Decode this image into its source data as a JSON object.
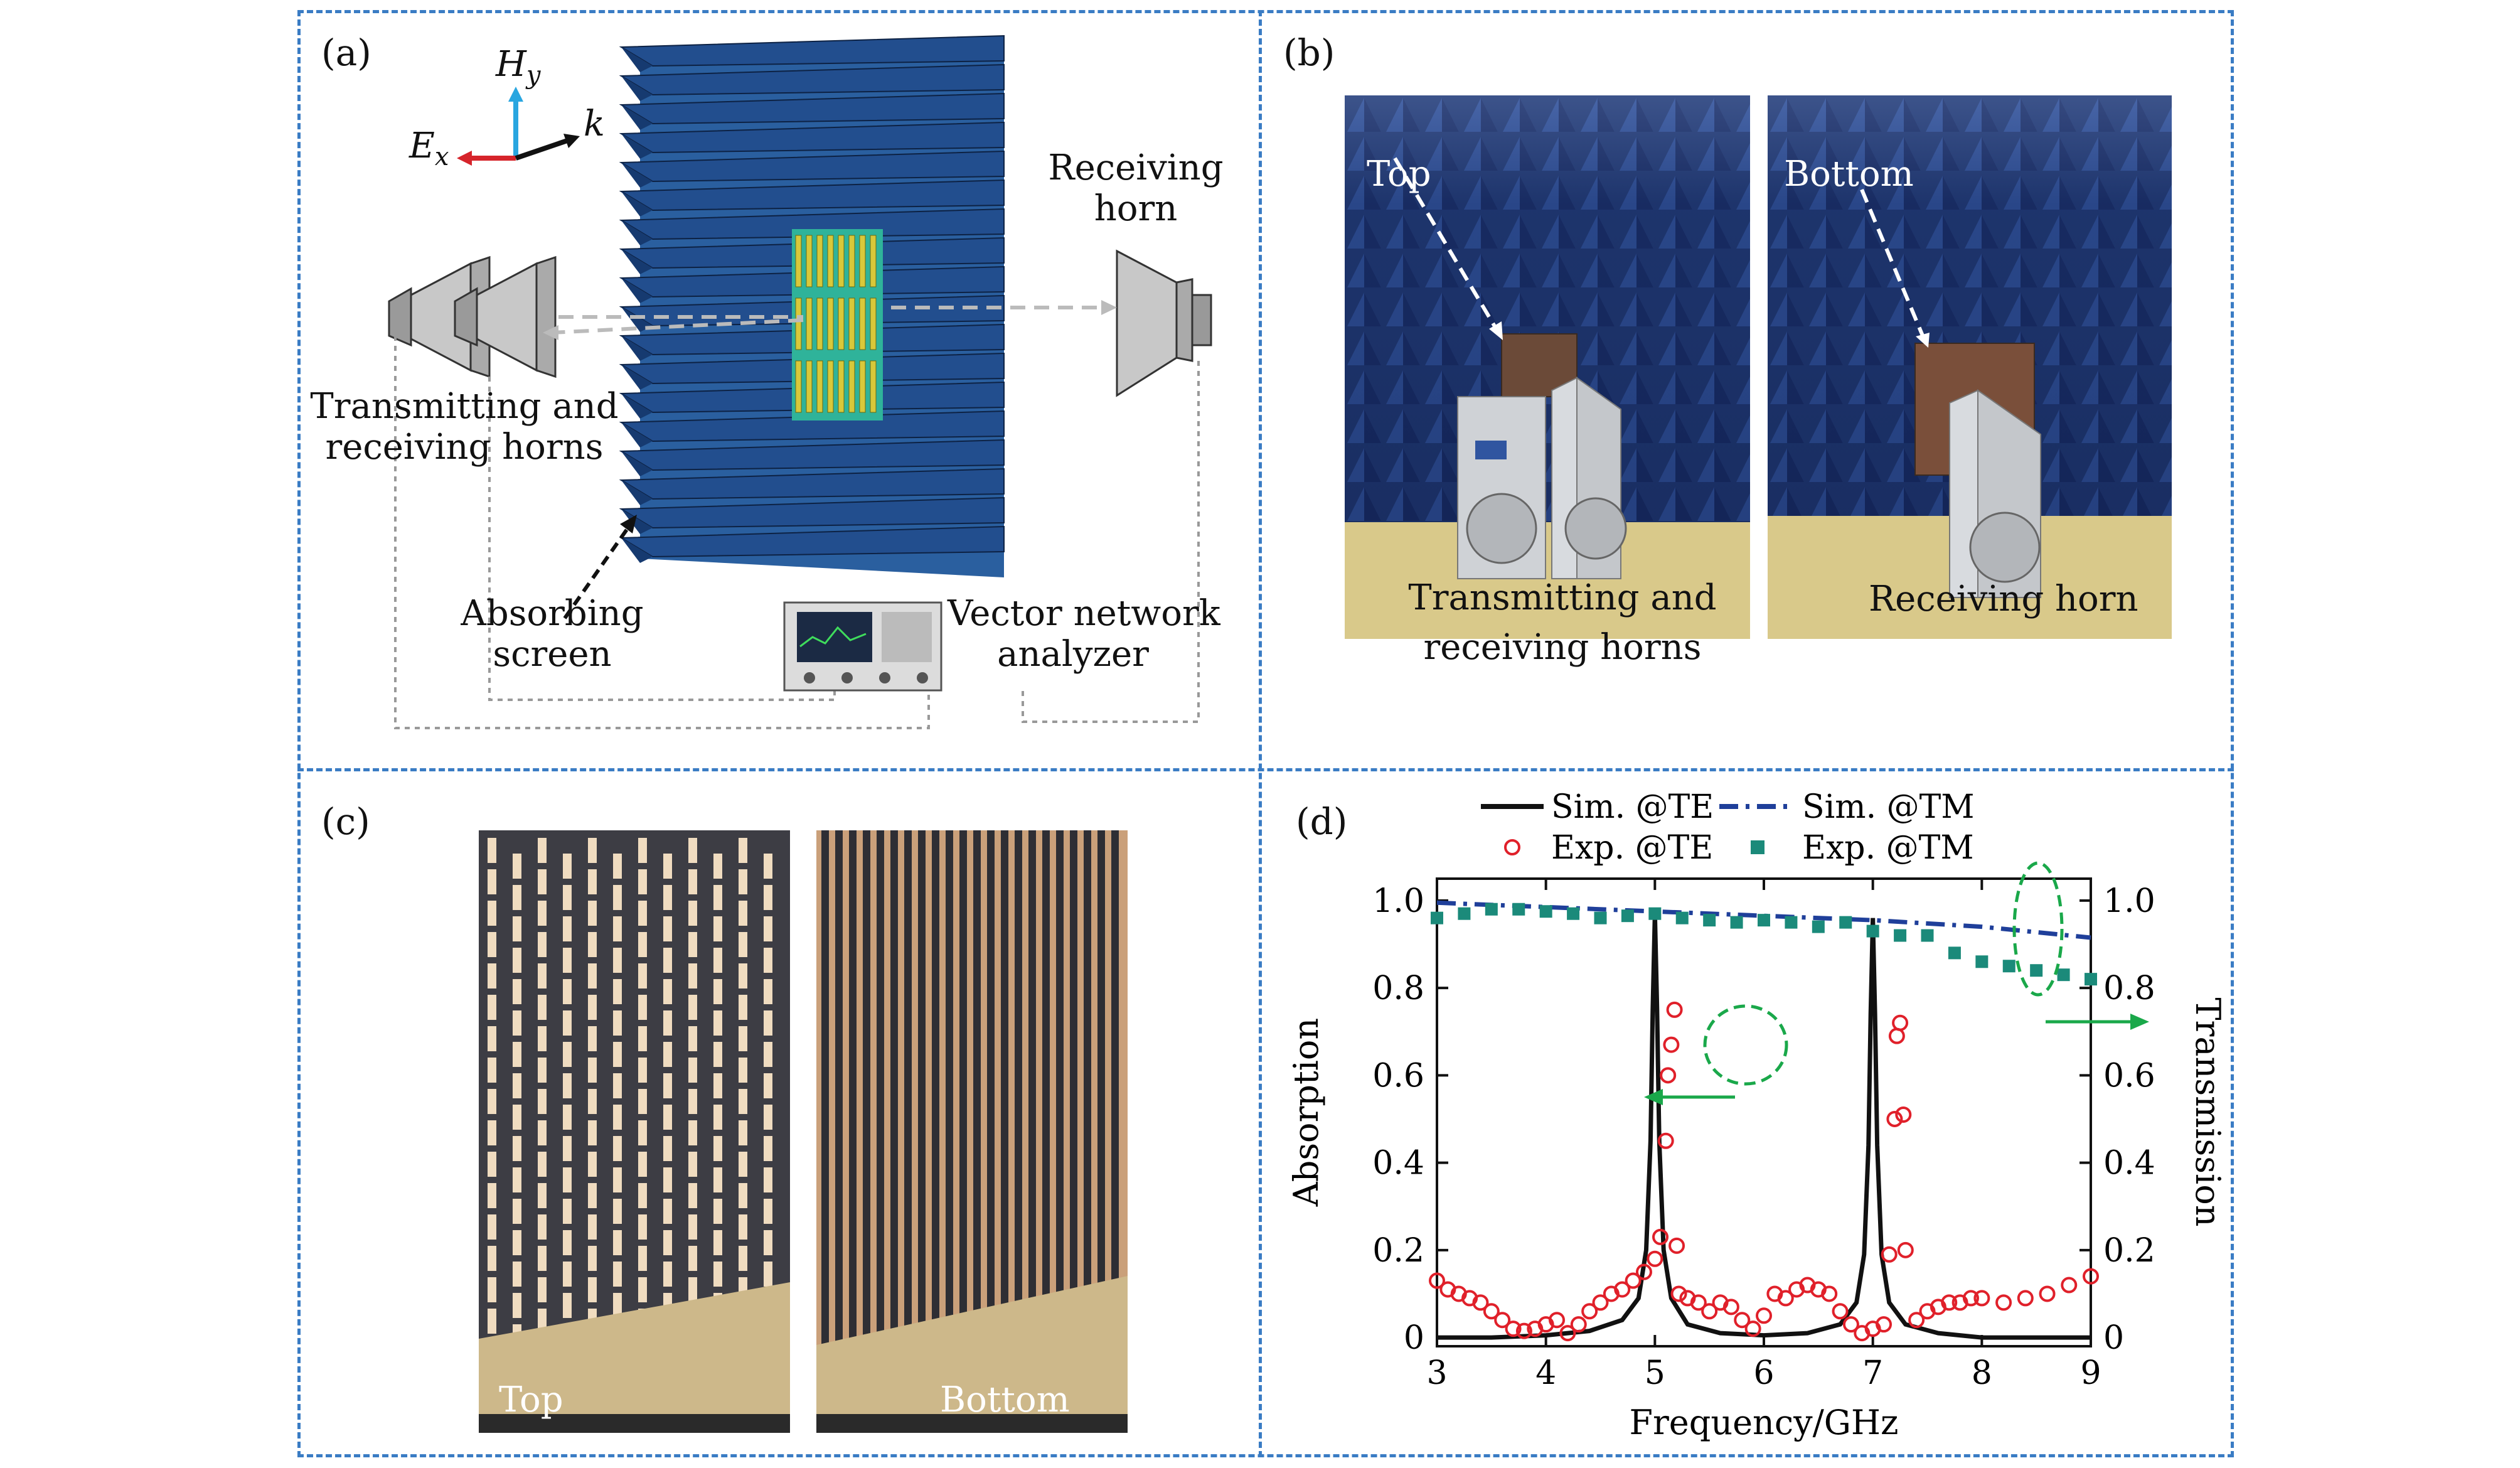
{
  "panels": {
    "a": {
      "label": "(a)",
      "axis_h": "H",
      "axis_h_sub": "y",
      "axis_e": "E",
      "axis_e_sub": "x",
      "axis_k": "k",
      "receiving_horn_line1": "Receiving",
      "receiving_horn_line2": "horn",
      "tx_rx_line1": "Transmitting and",
      "tx_rx_line2": "receiving horns",
      "absorbing_line1": "Absorbing",
      "absorbing_line2": "screen",
      "vna_line1": "Vector network",
      "vna_line2": "analyzer"
    },
    "b": {
      "label": "(b)",
      "top_label": "Top",
      "bottom_label": "Bottom",
      "tx_rx_line1": "Transmitting and",
      "tx_rx_line2": "receiving horns",
      "receiving_horn": "Receiving horn"
    },
    "c": {
      "label": "(c)",
      "top_label": "Top",
      "bottom_label": "Bottom"
    },
    "d": {
      "label": "(d)"
    }
  },
  "colors": {
    "frame": "#3a7cc4",
    "absorber_blue": "#1f4f8c",
    "sim_te": "#111111",
    "sim_tm": "#1f3f9a",
    "exp_te": "#e0202a",
    "exp_tm": "#1b8a7a",
    "annotation_green": "#1aa84a"
  },
  "chart_data": {
    "type": "line",
    "xlabel": "Frequency/GHz",
    "ylabel": "Absorption",
    "y2label": "Transmission",
    "xlim": [
      3,
      9
    ],
    "ylim": [
      -0.02,
      1.05
    ],
    "y2lim": [
      -0.02,
      1.05
    ],
    "xticks": [
      "3",
      "4",
      "5",
      "6",
      "7",
      "8",
      "9"
    ],
    "yticks": [
      "0",
      "0.2",
      "0.4",
      "0.6",
      "0.8",
      "1.0"
    ],
    "y2ticks": [
      "0",
      "0.2",
      "0.4",
      "0.6",
      "0.8",
      "1.0"
    ],
    "legend": {
      "sim_te": "Sim. @TE",
      "sim_tm": "Sim. @TM",
      "exp_te": "Exp. @TE",
      "exp_tm": "Exp. @TM"
    },
    "legend_placement": "top",
    "series": [
      {
        "name": "Sim. @TE",
        "style": "solid",
        "x": [
          3.0,
          3.5,
          4.0,
          4.4,
          4.7,
          4.85,
          4.92,
          4.96,
          4.98,
          5.0,
          5.02,
          5.04,
          5.08,
          5.15,
          5.3,
          5.6,
          6.0,
          6.4,
          6.7,
          6.85,
          6.92,
          6.96,
          6.98,
          7.0,
          7.02,
          7.04,
          7.08,
          7.15,
          7.3,
          7.6,
          8.0,
          8.5,
          9.0
        ],
        "y": [
          0.0,
          0.0,
          0.005,
          0.015,
          0.04,
          0.09,
          0.2,
          0.45,
          0.75,
          0.97,
          0.75,
          0.45,
          0.2,
          0.09,
          0.03,
          0.01,
          0.005,
          0.01,
          0.03,
          0.08,
          0.19,
          0.44,
          0.74,
          0.96,
          0.74,
          0.44,
          0.19,
          0.08,
          0.03,
          0.01,
          0.0,
          0.0,
          0.0
        ]
      },
      {
        "name": "Sim. @TM",
        "style": "dash-dot",
        "x": [
          3.0,
          4.0,
          5.0,
          6.0,
          7.0,
          8.0,
          9.0
        ],
        "y": [
          0.995,
          0.985,
          0.975,
          0.965,
          0.955,
          0.94,
          0.915
        ]
      },
      {
        "name": "Exp. @TE",
        "style": "circle",
        "x": [
          3.0,
          3.1,
          3.2,
          3.3,
          3.4,
          3.5,
          3.6,
          3.7,
          3.8,
          3.9,
          4.0,
          4.1,
          4.2,
          4.3,
          4.4,
          4.5,
          4.6,
          4.7,
          4.8,
          4.9,
          5.0,
          5.05,
          5.1,
          5.12,
          5.15,
          5.18,
          5.2,
          5.22,
          5.3,
          5.4,
          5.5,
          5.6,
          5.7,
          5.8,
          5.9,
          6.0,
          6.1,
          6.2,
          6.3,
          6.4,
          6.5,
          6.6,
          6.7,
          6.8,
          6.9,
          7.0,
          7.1,
          7.15,
          7.2,
          7.22,
          7.25,
          7.28,
          7.3,
          7.4,
          7.5,
          7.6,
          7.7,
          7.8,
          7.9,
          8.0,
          8.2,
          8.4,
          8.6,
          8.8,
          9.0
        ],
        "y": [
          0.13,
          0.11,
          0.1,
          0.09,
          0.08,
          0.06,
          0.04,
          0.02,
          0.015,
          0.02,
          0.03,
          0.04,
          0.01,
          0.03,
          0.06,
          0.08,
          0.1,
          0.11,
          0.13,
          0.15,
          0.18,
          0.23,
          0.45,
          0.6,
          0.67,
          0.75,
          0.21,
          0.1,
          0.09,
          0.08,
          0.06,
          0.08,
          0.07,
          0.04,
          0.02,
          0.05,
          0.1,
          0.09,
          0.11,
          0.12,
          0.11,
          0.1,
          0.06,
          0.03,
          0.01,
          0.02,
          0.03,
          0.19,
          0.5,
          0.69,
          0.72,
          0.51,
          0.2,
          0.04,
          0.06,
          0.07,
          0.08,
          0.08,
          0.09,
          0.09,
          0.08,
          0.09,
          0.1,
          0.12,
          0.14
        ]
      },
      {
        "name": "Exp. @TM",
        "style": "square",
        "x": [
          3.0,
          3.25,
          3.5,
          3.75,
          4.0,
          4.25,
          4.5,
          4.75,
          5.0,
          5.25,
          5.5,
          5.75,
          6.0,
          6.25,
          6.5,
          6.75,
          7.0,
          7.25,
          7.5,
          7.75,
          8.0,
          8.25,
          8.5,
          8.75,
          9.0
        ],
        "y": [
          0.96,
          0.97,
          0.98,
          0.98,
          0.975,
          0.97,
          0.96,
          0.965,
          0.97,
          0.96,
          0.955,
          0.95,
          0.955,
          0.95,
          0.94,
          0.95,
          0.93,
          0.92,
          0.92,
          0.88,
          0.86,
          0.85,
          0.84,
          0.83,
          0.82
        ]
      }
    ]
  }
}
